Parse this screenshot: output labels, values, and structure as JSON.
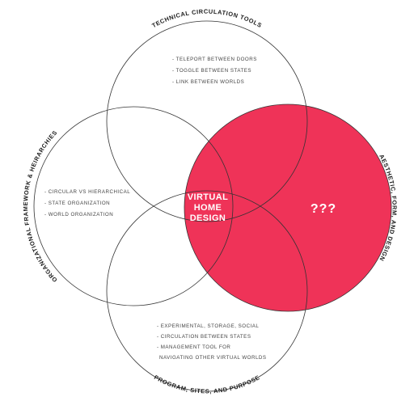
{
  "colors": {
    "accent": "#ef3358",
    "outline": "#333333",
    "text_dark": "#1a1a1a",
    "text_light": "#ffffff"
  },
  "circles": {
    "technical": {
      "title": "TECHNICAL CIRCULATION TOOLS",
      "items": [
        "- TELEPORT BETWEEN DOORS",
        "- TOGGLE BETWEEN STATES",
        "- LINK BETWEEN WORLDS"
      ]
    },
    "organizational": {
      "title": "ORGANIZATIONAL FRAMEWORK & HEIRARCHIES",
      "items": [
        "- CIRCULAR VS HIERARCHICAL",
        "- STATE ORGANIZATION",
        "- WORLD ORGANIZATION"
      ]
    },
    "aesthetic": {
      "title": "AESTHETIC, FORM, AND DESIGN",
      "items": [
        "???"
      ]
    },
    "program": {
      "title": "PROGRAM, SITES, AND PURPOSE",
      "items": [
        "- EXPERIMENTAL, STORAGE, SOCIAL",
        "- CIRCULATION BETWEEN STATES",
        "- MANAGEMENT TOOL FOR",
        "NAVIGATING OTHER VIRTUAL WORLDS"
      ]
    }
  },
  "center": {
    "lines": [
      "VIRTUAL",
      "HOME",
      "DESIGN"
    ]
  }
}
